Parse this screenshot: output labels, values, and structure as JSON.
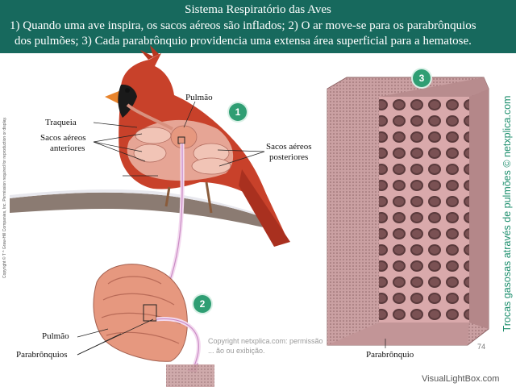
{
  "header": {
    "title": "Sistema Respiratório das Aves",
    "line1": "1) Quando uma ave inspira, os sacos aéreos são inflados; 2) O ar move-se para os parabrônquios",
    "line2": "dos pulmões; 3) Cada parabrônquio providencia uma extensa área superficial para a hematose."
  },
  "labels": {
    "pulmao_top": "Pulmão",
    "traqueia": "Traqueia",
    "sacos_anteriores_1": "Sacos aéreos",
    "sacos_anteriores_2": "anteriores",
    "sacos_posteriores_1": "Sacos aéreos",
    "sacos_posteriores_2": "posteriores",
    "pulmao_bottom": "Pulmão",
    "parabronquios": "Parabrônquios",
    "parabronquio": "Parabrônquio"
  },
  "badges": {
    "b1": "1",
    "b2": "2",
    "b3": "3"
  },
  "side_text": "Trocas gasosas através de pulmões © netxplica.com",
  "copyright_vertical": "Copyright © T    ^ Graw-Hill Companies, Inc. Permission required for reproduction or display.",
  "watermark": {
    "line1": "Copyright netxplica.com: permissão",
    "line2": "... ão ou exibição."
  },
  "page_number": "74",
  "footer_brand": "VisualLightBox.com",
  "colors": {
    "header_bg": "#17695d",
    "badge": "#2f9e73",
    "side_text": "#1f8f6e",
    "tissue": "#c99a9a",
    "bird_red": "#c8412a"
  }
}
